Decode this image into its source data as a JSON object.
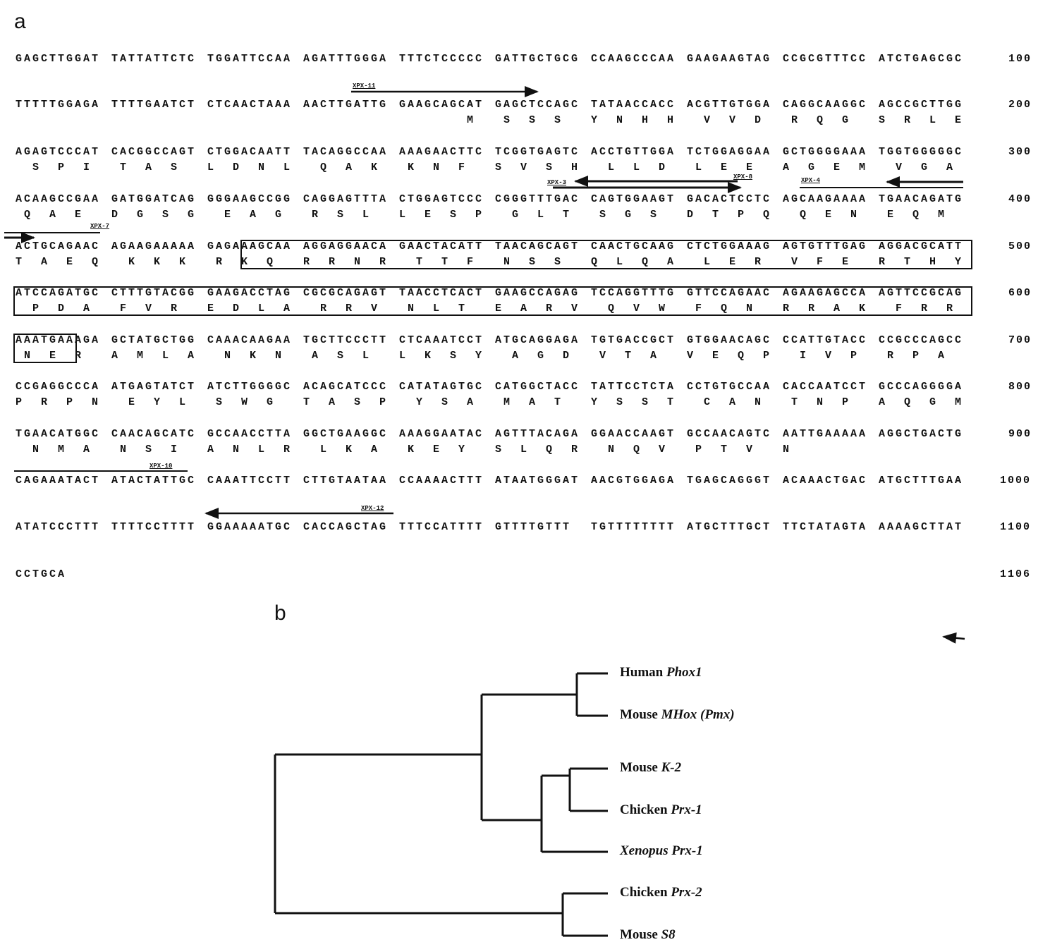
{
  "panel_a_label": "a",
  "panel_b_label": "b",
  "sequence_rows": [
    {
      "blocks": [
        "GAGCTTGGAT",
        "TATTATTCTC",
        "TGGATTCCAA",
        "AGATTTGGGA",
        "TTTCTCCCCC",
        "GATTGCTGCG",
        "CCAAGCCCAA",
        "GAAGAAGTAG",
        "CCGCGTTTCC",
        "ATCTGAGCGC"
      ],
      "number": "100",
      "aa": ""
    },
    {
      "blocks": [
        "TTTTTGGAGA",
        "TTTTGAATCT",
        "CTCAACTAAA",
        "AACTTGATTG",
        "GAAGCAGCAT",
        "GAGCTCCAGC",
        "TATAACCACC",
        "ACGTTGTGGA",
        "CAGGCAAGGC",
        "AGCCGCTTGG"
      ],
      "number": "200",
      "aa": "MSSSYNHHVVDRQGSRLE"
    },
    {
      "blocks": [
        "AGAGTCCCAT",
        "CACGGCCAGT",
        "CTGGACAATT",
        "TACAGGCCAA",
        "AAAGAACTTC",
        "TCGGTGAGTC",
        "ACCTGTTGGA",
        "TCTGGAGGAA",
        "GCTGGGGAAA",
        "TGGTGGGGGC"
      ],
      "number": "300",
      "aa": "SPITASLDNLQAKKNFSVSHLLDLEEAGEMVGA"
    },
    {
      "blocks": [
        "ACAAGCCGAA",
        "GATGGATCAG",
        "GGGAAGCCGG",
        "CAGGAGTTTA",
        "CTGGAGTCCC",
        "CGGGTTTGAC",
        "CAGTGGAAGT",
        "GACACTCCTC",
        "AGCAAGAAAA",
        "TGAACAGATG"
      ],
      "number": "400",
      "aa": "QAEDGSGEAGRSLLESPGLTSGSDTPQQENEQM"
    },
    {
      "blocks": [
        "ACTGCAGAAC",
        "AGAAGAAAAA",
        "GAGAAAGCAA",
        "AGGAGGAACA",
        "GAACTACATT",
        "TAACAGCAGT",
        "CAACTGCAAG",
        "CTCTGGAAAG",
        "AGTGTTTGAG",
        "AGGACGCATT"
      ],
      "number": "500",
      "aa": "TAEQKKKRKQRRNRTTFNSSQLQALERVFERTHY"
    },
    {
      "blocks": [
        "ATCCAGATGC",
        "CTTTGTACGG",
        "GAAGACCTAG",
        "CGCGCAGAGT",
        "TAACCTCACT",
        "GAAGCCAGAG",
        "TCCAGGTTTG",
        "GTTCCAGAAC",
        "AGAAGAGCCA",
        "AGTTCCGCAG"
      ],
      "number": "600",
      "aa": "PDAFVREDLARRVNLTEARVQVWFQNRRAKFRR"
    },
    {
      "blocks": [
        "AAATGAAAGA",
        "GCTATGCTGG",
        "CAAACAAGAA",
        "TGCTTCCCTT",
        "CTCAAATCCT",
        "ATGCAGGAGA",
        "TGTGACCGCT",
        "GTGGAACAGC",
        "CCATTGTACC",
        "CCGCCCAGCC"
      ],
      "number": "700",
      "aa": "NERAMLANKNASLLKSYAGDVTAVEQPIVPRPA"
    },
    {
      "blocks": [
        "CCGAGGCCCA",
        "ATGAGTATCT",
        "ATCTTGGGGC",
        "ACAGCATCCC",
        "CATATAGTGC",
        "CATGGCTACC",
        "TATTCCTCTA",
        "CCTGTGCCAA",
        "CACCAATCCT",
        "GCCCAGGGGA"
      ],
      "number": "800",
      "aa": "PRPNEYLSWGTASPYSAMATYSSTCANTNPAQGM"
    },
    {
      "blocks": [
        "TGAACATGGC",
        "CAACAGCATC",
        "GCCAACCTTA",
        "GGCTGAAGGC",
        "AAAGGAATAC",
        "AGTTTACAGA",
        "GGAACCAAGT",
        "GCCAACAGTC",
        "AATTGAAAAA",
        "AGGCTGACTG"
      ],
      "number": "900",
      "aa": "NMANSIANLRLKAKEYSLQRNQVPTVN"
    },
    {
      "blocks": [
        "CAGAAATACT",
        "ATACTATTGC",
        "CAAATTCCTT",
        "CTTGTAATAA",
        "CCAAAACTTT",
        "ATAATGGGAT",
        "AACGTGGAGA",
        "TGAGCAGGGT",
        "ACAAACTGAC",
        "ATGCTTTGAA"
      ],
      "number": "1000",
      "aa": ""
    },
    {
      "blocks": [
        "ATATCCCTTT",
        "TTTTCCTTTT",
        "GGAAAAATGC",
        "CACCAGCTAG",
        "TTTCCATTTT",
        "GTTTTGTTT",
        "TGTTTTTTTT",
        "ATGCTTTGCT",
        "TTCTATAGTA",
        "AAAAGCTTAT"
      ],
      "number": "1100",
      "aa": ""
    },
    {
      "blocks": [
        "CCTGCA"
      ],
      "number": "1106",
      "aa": ""
    }
  ],
  "primers": {
    "xpx11": "XPX-11",
    "xpx3": "XPX-3",
    "xpx8": "XPX-8",
    "xpx4": "XPX-4",
    "xpx7": "XPX-7",
    "xpx10": "XPX-10",
    "xpx12": "XPX-12"
  },
  "tree": {
    "leaves": [
      {
        "species": "Human",
        "gene": "Phox1",
        "extra": ""
      },
      {
        "species": "Mouse",
        "gene": "MHox",
        "extra": "(Pmx)"
      },
      {
        "species": "Mouse",
        "gene": "K-2",
        "extra": ""
      },
      {
        "species": "Chicken",
        "gene": "Prx-1",
        "extra": ""
      },
      {
        "species": "Xenopus",
        "gene": "Prx-1",
        "extra": "",
        "species_italic": true
      },
      {
        "species": "Chicken",
        "gene": "Prx-2",
        "extra": ""
      },
      {
        "species": "Mouse",
        "gene": "S8",
        "extra": ""
      }
    ]
  }
}
